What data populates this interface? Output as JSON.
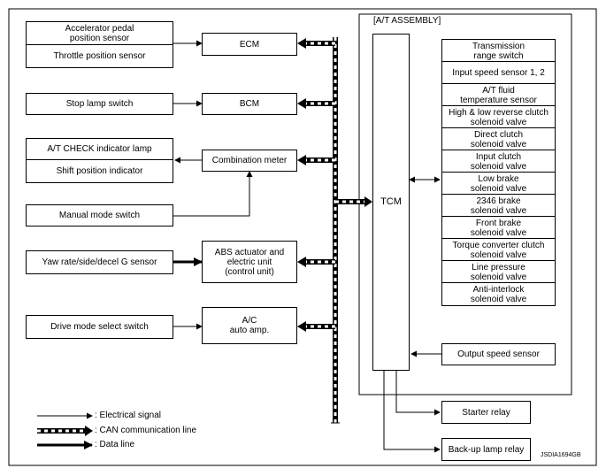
{
  "diagram": {
    "code": "JSDIA1694GB",
    "assembly_title": "[A/T ASSEMBLY]",
    "left_inputs": {
      "accelerator_pedal": "Accelerator pedal\nposition sensor",
      "throttle_position": "Throttle position sensor",
      "stop_lamp": "Stop lamp switch",
      "at_check_lamp": "A/T CHECK indicator lamp",
      "shift_position": "Shift position indicator",
      "manual_mode": "Manual mode switch",
      "yaw_rate": "Yaw rate/side/decel G sensor",
      "drive_mode": "Drive mode select switch"
    },
    "units": {
      "ecm": "ECM",
      "bcm": "BCM",
      "combination_meter": "Combination meter",
      "abs": "ABS actuator and\nelectric unit\n(control unit)",
      "ac_amp": "A/C\nauto amp."
    },
    "tcm": "TCM",
    "assembly_items": [
      "Transmission\nrange switch",
      "Input speed sensor 1, 2",
      "A/T fluid\ntemperature sensor",
      "High & low reverse clutch\nsolenoid valve",
      "Direct clutch\nsolenoid valve",
      "Input clutch\nsolenoid valve",
      "Low brake\nsolenoid valve",
      "2346 brake\nsolenoid valve",
      "Front brake\nsolenoid valve",
      "Torque converter clutch\nsolenoid valve",
      "Line pressure\nsolenoid valve",
      "Anti-interlock\nsolenoid valve"
    ],
    "output_speed": "Output speed sensor",
    "starter_relay": "Starter relay",
    "backup_lamp_relay": "Back-up lamp relay",
    "legend": {
      "electrical": ": Electrical signal",
      "can": ": CAN communication line",
      "data": ": Data line"
    }
  }
}
